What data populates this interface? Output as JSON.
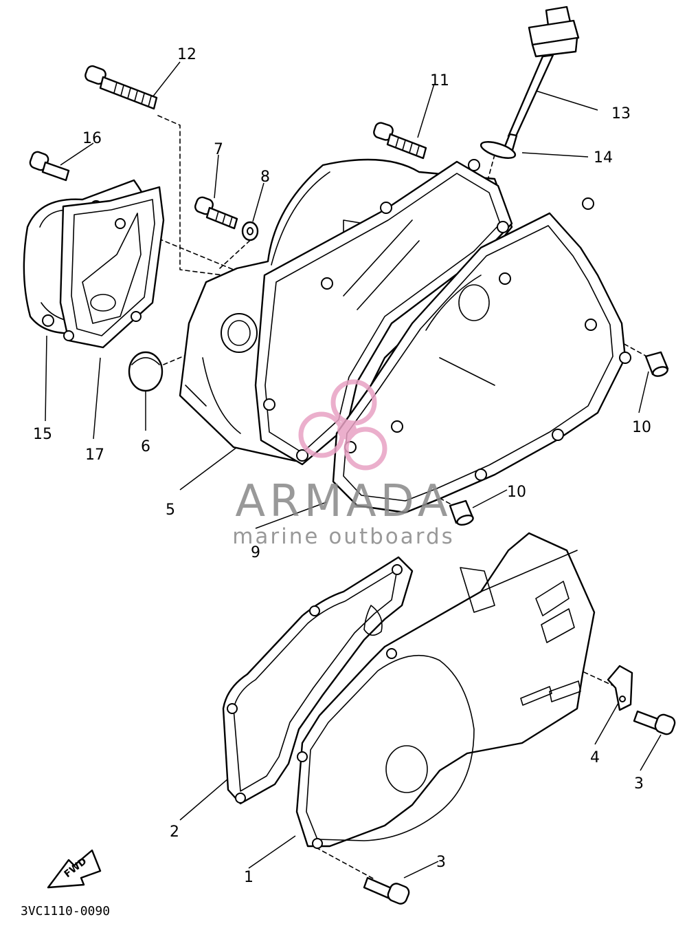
{
  "diagram": {
    "callouts": [
      {
        "id": "c12",
        "label": "12"
      },
      {
        "id": "c11",
        "label": "11"
      },
      {
        "id": "c13",
        "label": "13"
      },
      {
        "id": "c16",
        "label": "16"
      },
      {
        "id": "c7",
        "label": "7"
      },
      {
        "id": "c8",
        "label": "8"
      },
      {
        "id": "c14",
        "label": "14"
      },
      {
        "id": "c15",
        "label": "15"
      },
      {
        "id": "c17",
        "label": "17"
      },
      {
        "id": "c6",
        "label": "6"
      },
      {
        "id": "c10a",
        "label": "10"
      },
      {
        "id": "c5",
        "label": "5"
      },
      {
        "id": "c10b",
        "label": "10"
      },
      {
        "id": "c9",
        "label": "9"
      },
      {
        "id": "c4",
        "label": "4"
      },
      {
        "id": "c3a",
        "label": "3"
      },
      {
        "id": "c2",
        "label": "2"
      },
      {
        "id": "c1",
        "label": "1"
      },
      {
        "id": "c3b",
        "label": "3"
      }
    ],
    "fwd_label": "FWD",
    "drawing_code": "3VC1110-0090"
  },
  "watermark": {
    "title": "ARMADA",
    "subtitle": "marine outboards",
    "colors": {
      "text": "#888888",
      "logo": "#e8a2c4"
    }
  }
}
